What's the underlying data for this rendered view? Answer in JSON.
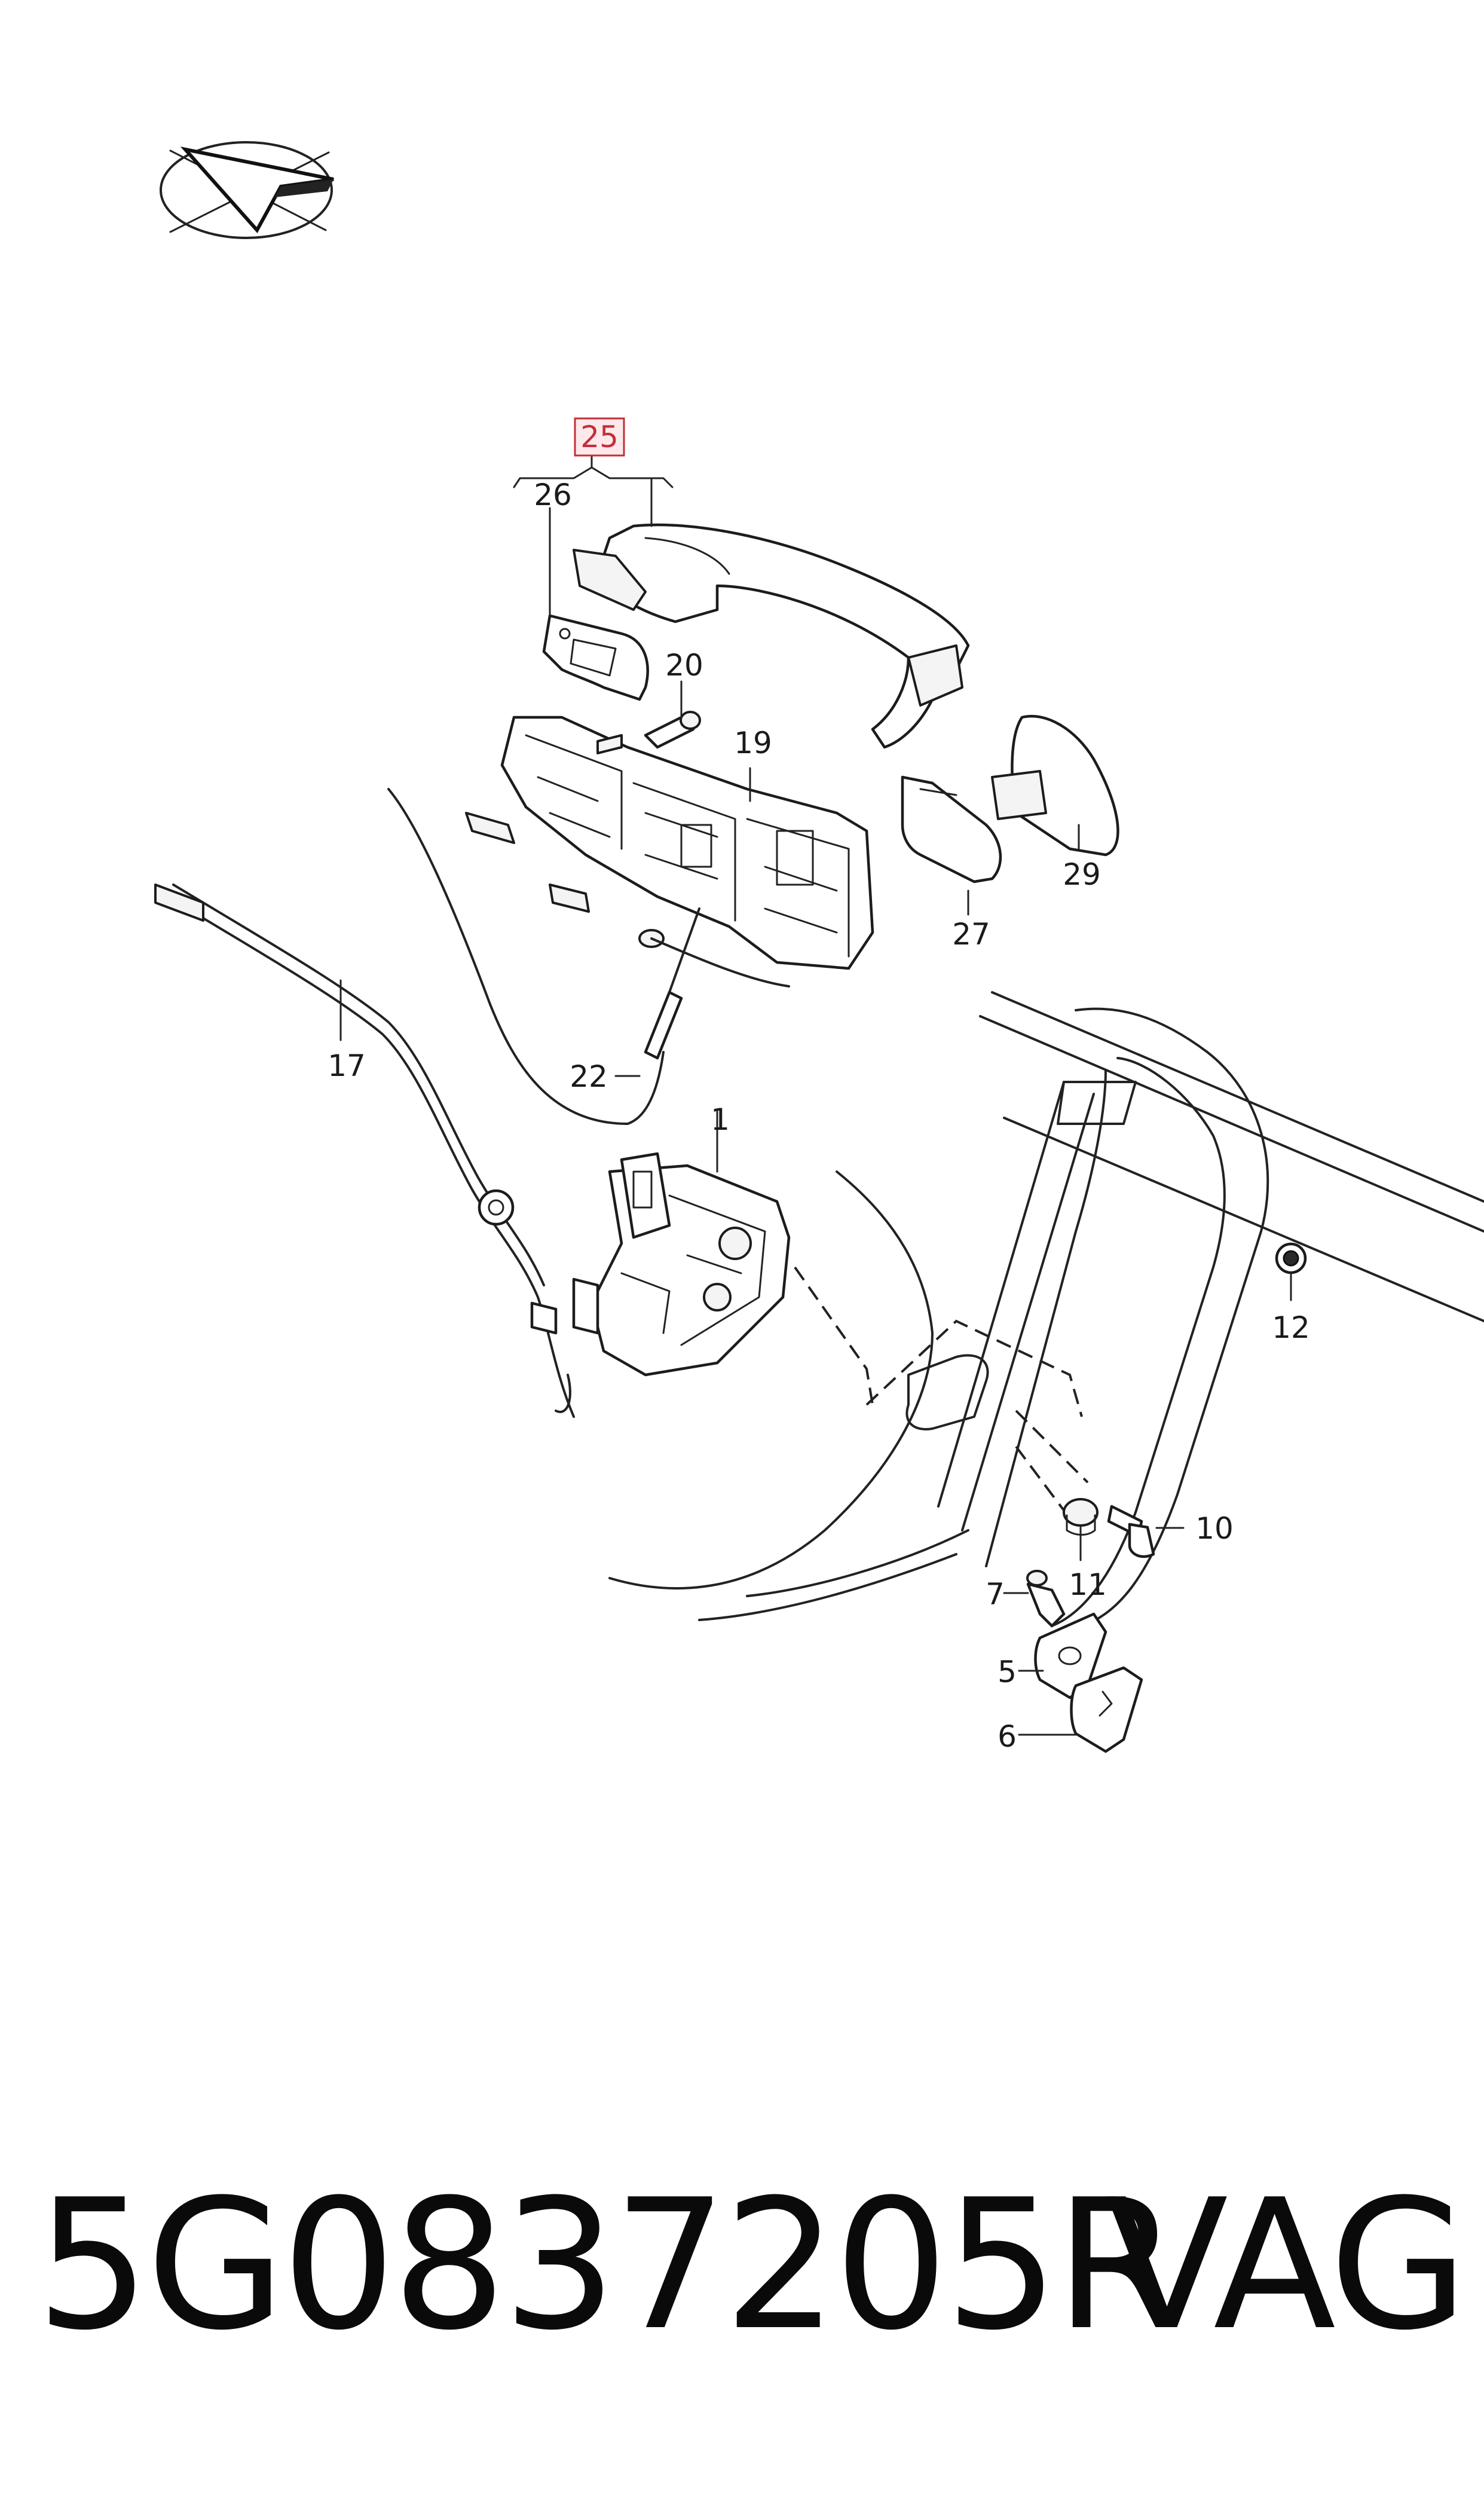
{
  "diagram": {
    "callouts": {
      "c1": "1",
      "c5": "5",
      "c6": "6",
      "c7": "7",
      "c10": "10",
      "c11": "11",
      "c12": "12",
      "c17": "17",
      "c19": "19",
      "c20": "20",
      "c22": "22",
      "c25": "25",
      "c26": "26",
      "c27": "27",
      "c29": "29"
    },
    "highlight_color": "#c0303a"
  },
  "footer": {
    "part_number": "5G0837205R",
    "brand": "VAG"
  }
}
